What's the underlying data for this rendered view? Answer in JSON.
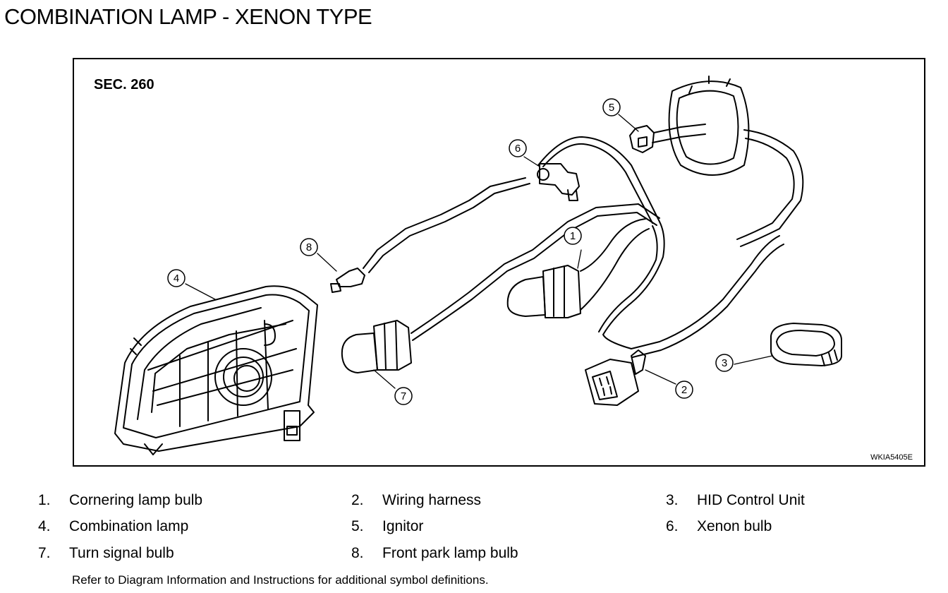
{
  "title": "COMBINATION LAMP - XENON TYPE",
  "figure": {
    "section": "SEC. 260",
    "code": "WKIA5405E",
    "callouts": [
      "1",
      "2",
      "3",
      "4",
      "5",
      "6",
      "7",
      "8"
    ]
  },
  "legend": [
    {
      "num": "1.",
      "label": "Cornering lamp  bulb"
    },
    {
      "num": "2.",
      "label": "Wiring harness"
    },
    {
      "num": "3.",
      "label": "HID Control Unit"
    },
    {
      "num": "4.",
      "label": "Combination lamp"
    },
    {
      "num": "5.",
      "label": "Ignitor"
    },
    {
      "num": "6.",
      "label": "Xenon bulb"
    },
    {
      "num": "7.",
      "label": "Turn signal bulb"
    },
    {
      "num": "8.",
      "label": "Front park lamp bulb"
    }
  ],
  "footnote": "Refer to Diagram Information and Instructions for additional symbol definitions."
}
